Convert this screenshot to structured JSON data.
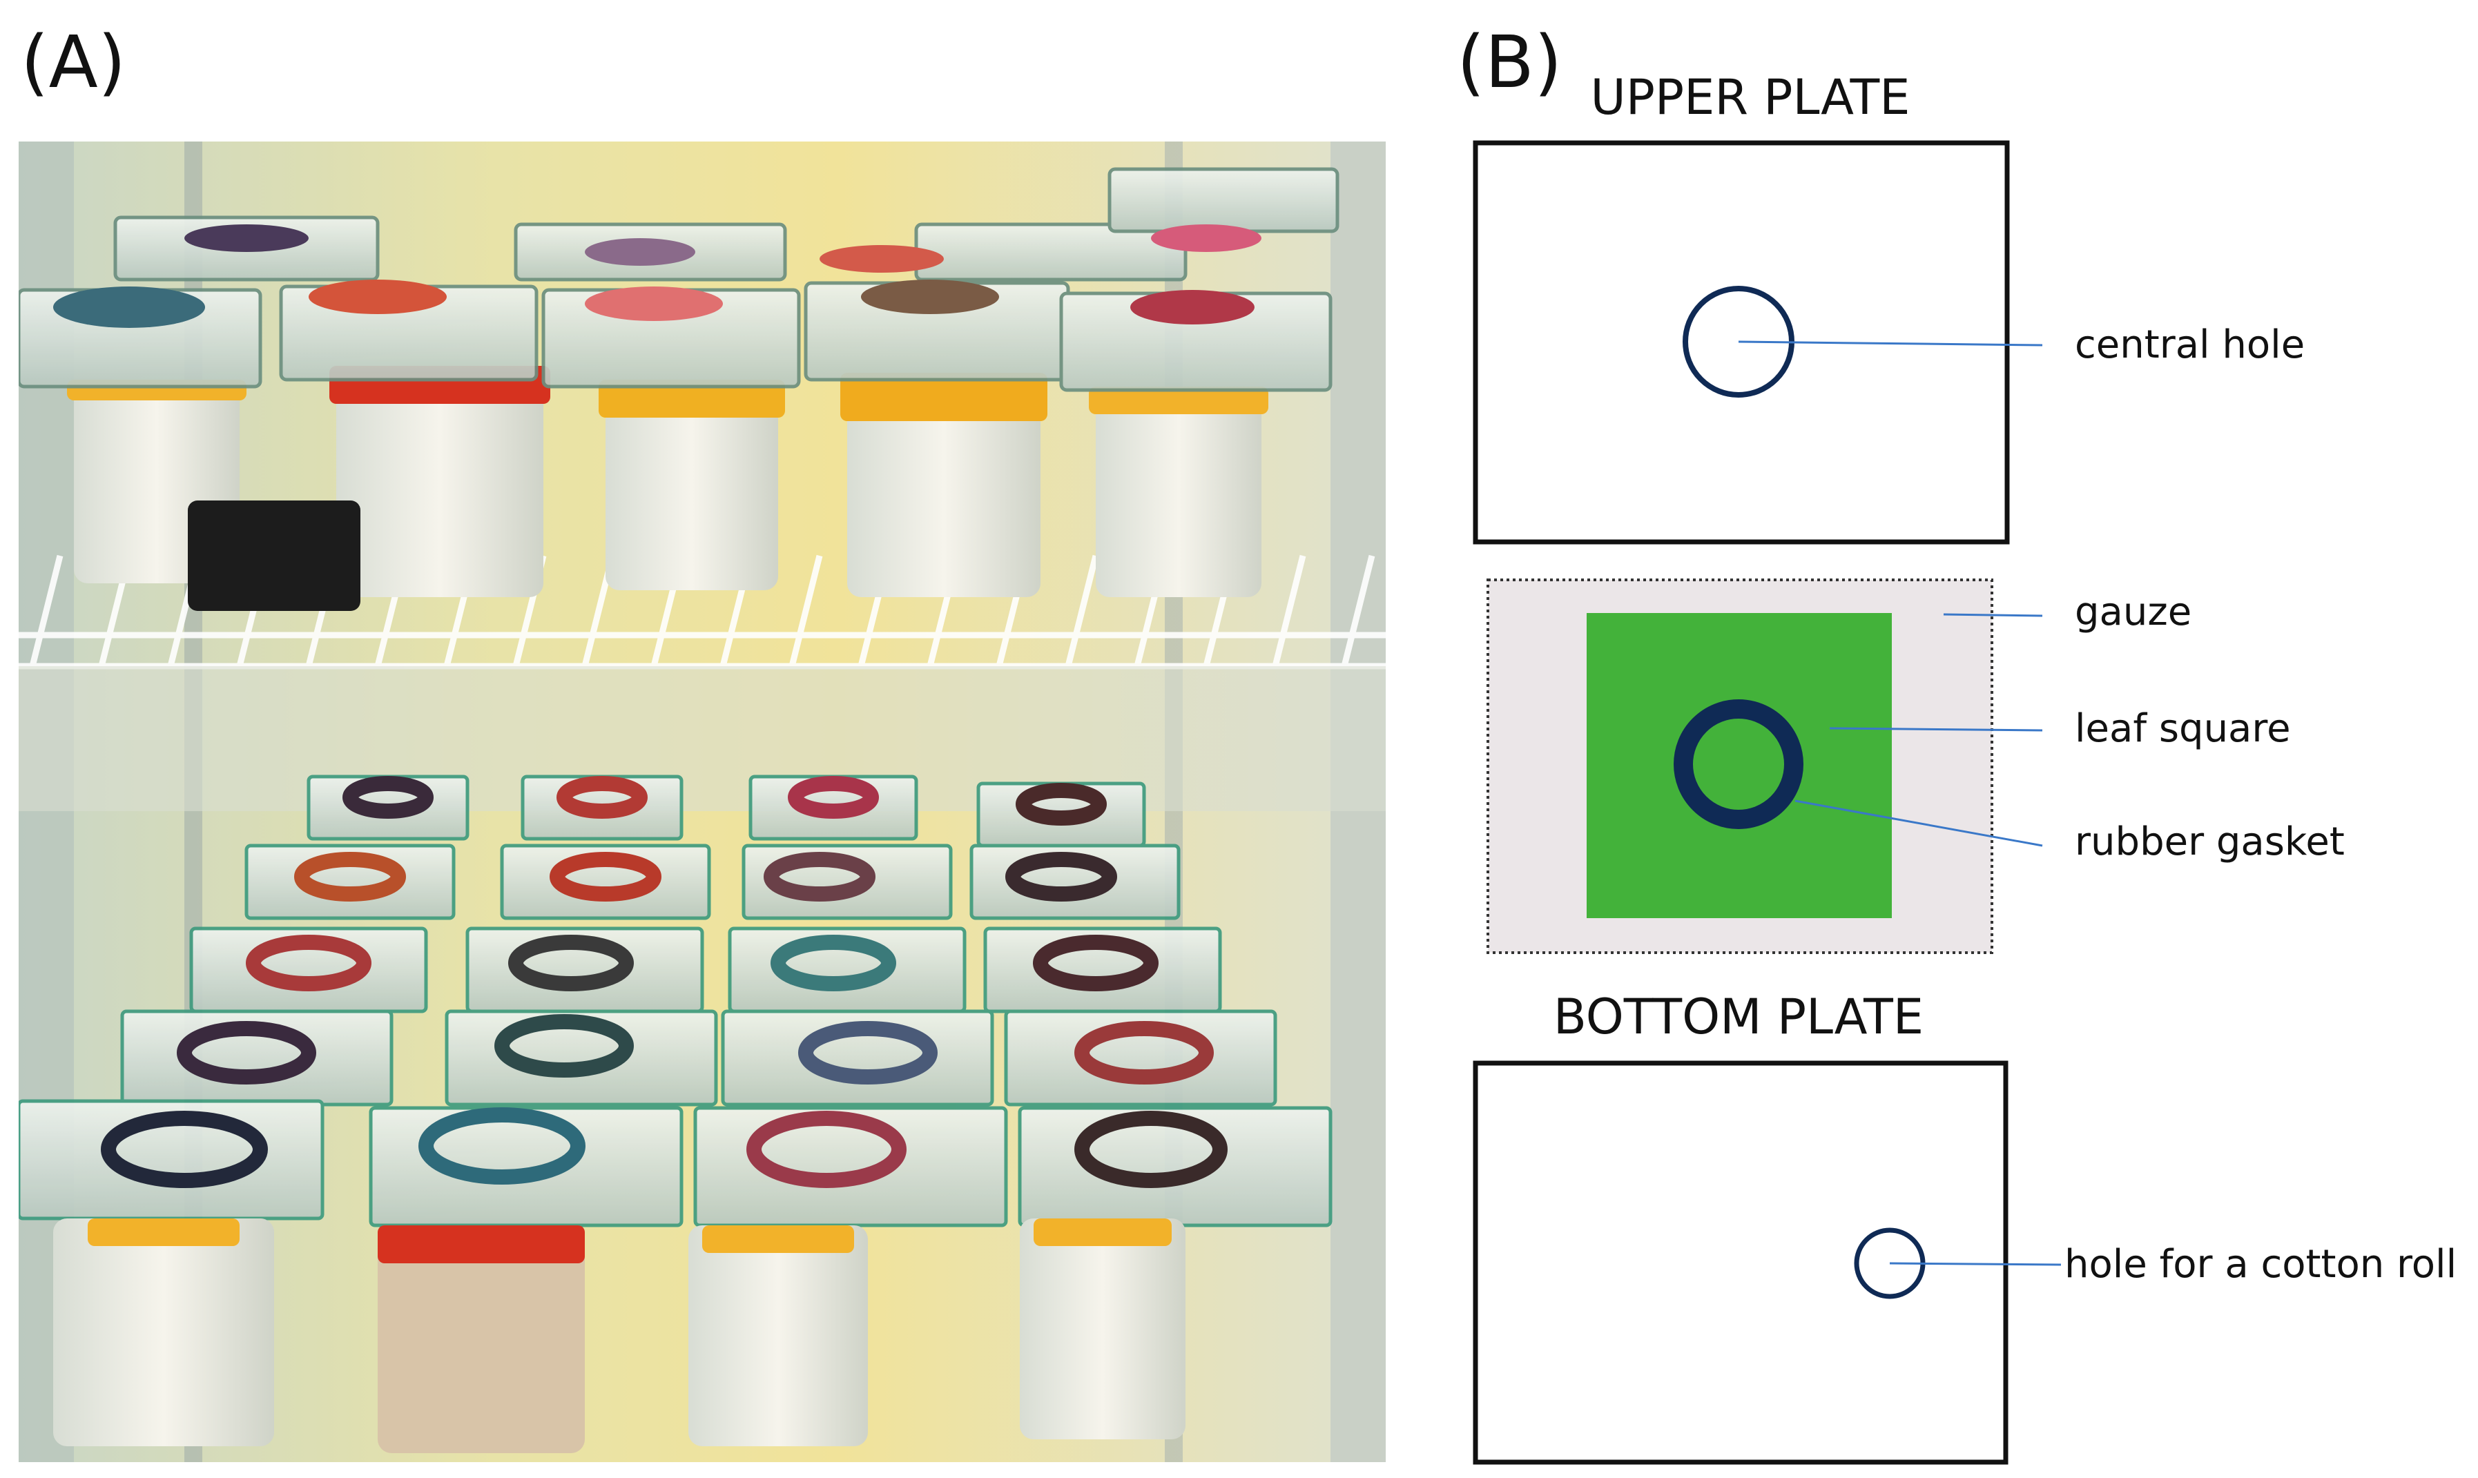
{
  "panels": {
    "a_label": "(A)",
    "b_label": "(B)"
  },
  "diagram": {
    "upper_plate_title": "UPPER PLATE",
    "bottom_plate_title": "BOTTOM PLATE",
    "labels": {
      "central_hole": "central hole",
      "gauze": "gauze",
      "leaf_square": "leaf square",
      "rubber_gasket": "rubber gasket",
      "cotton_hole": "hole for a cotton roll"
    }
  },
  "colors": {
    "plate_outline": "#111111",
    "hole_ring": "#0f2a55",
    "leaf_green": "#43b23a",
    "gauze_fill": "#ebe6e8",
    "leader_line": "#3a78c8"
  }
}
